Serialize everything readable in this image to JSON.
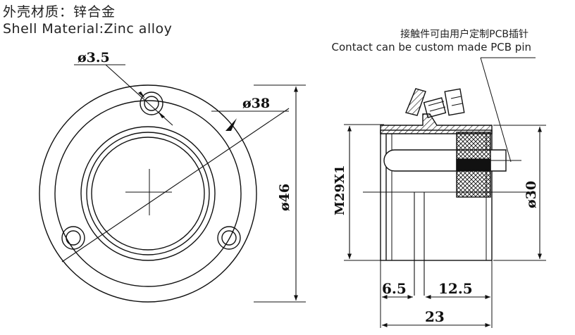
{
  "header": {
    "material_cn": "外壳材质：锌合金",
    "material_en": "Shell Material:Zinc alloy"
  },
  "note": {
    "text_cn": "接触件可由用户定制PCB插针",
    "text_en": "Contact can be custom made PCB pin"
  },
  "front_view": {
    "hole_diameter": "ø3.5",
    "bolt_circle": "ø38",
    "flange_diameter": "ø46"
  },
  "side_view": {
    "thread": "M29X1",
    "body_diameter": "ø30",
    "dim_a": "6.5",
    "dim_b": "12.5",
    "total_length": "23"
  },
  "colors": {
    "line": "#111111",
    "background": "#ffffff"
  }
}
